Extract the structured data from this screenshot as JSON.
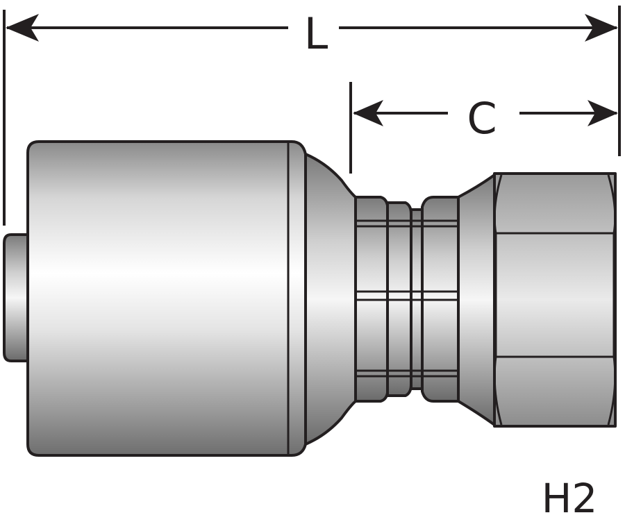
{
  "dimensions": {
    "overall_length": "L",
    "cut_off_length": "C"
  },
  "part_code": "H2",
  "colors": {
    "line": "#231f20",
    "metal_light": "#f4f4f4",
    "metal_mid": "#bdbdbd",
    "metal_dark": "#7a7a7a",
    "background": "#ffffff"
  }
}
